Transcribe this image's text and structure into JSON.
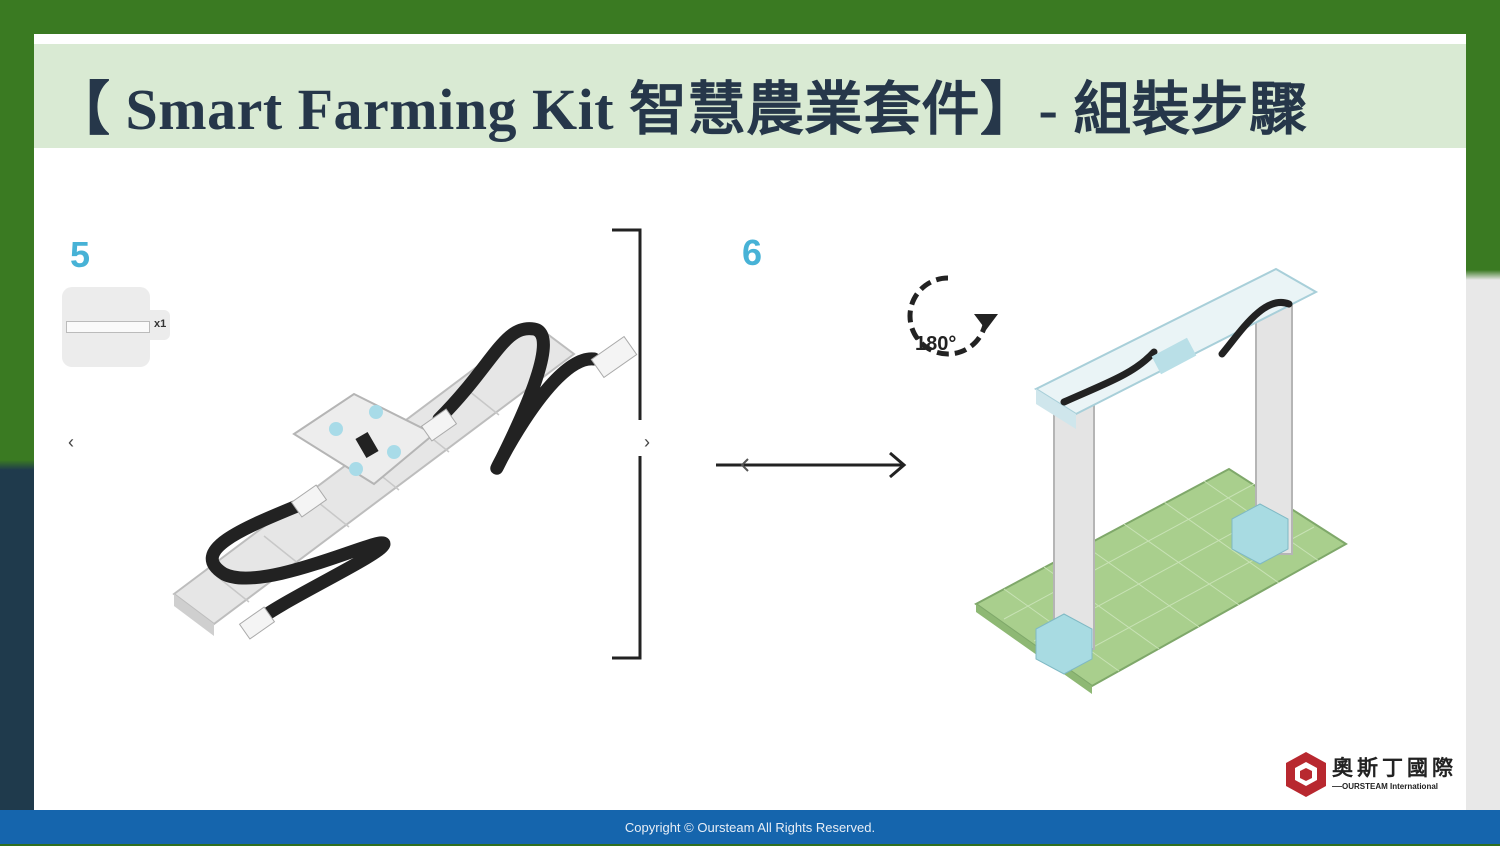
{
  "title": "【 Smart Farming Kit 智慧農業套件】- 組裝步驟",
  "steps": [
    {
      "number": "5",
      "quantity": "x1"
    },
    {
      "number": "6",
      "rotation": "180°"
    }
  ],
  "nav": {
    "prev": "‹",
    "next": "›"
  },
  "logo": {
    "name_cn": "奧斯丁國際",
    "name_en": "OURSTEAM International"
  },
  "footer": {
    "copyright": "Copyright © Oursteam All Rights Reserved."
  },
  "colors": {
    "title_bar": "#d9ead3",
    "step_number": "#47b2d6",
    "footer": "#1565ad",
    "logo_red": "#b8282f"
  }
}
